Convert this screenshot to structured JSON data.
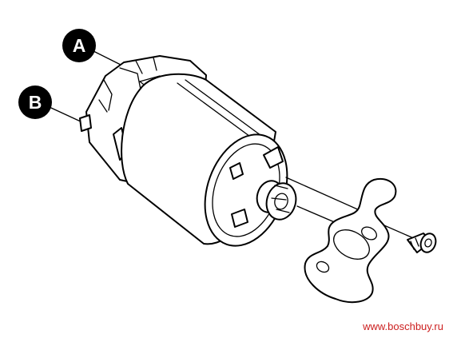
{
  "callouts": [
    {
      "letter": "A"
    },
    {
      "letter": "B"
    }
  ],
  "watermark": {
    "text": "www.boschbuy.ru",
    "color": "#cc1f1f"
  },
  "colors": {
    "line": "#000000",
    "callout_fill": "#000000",
    "background": "#ffffff"
  }
}
